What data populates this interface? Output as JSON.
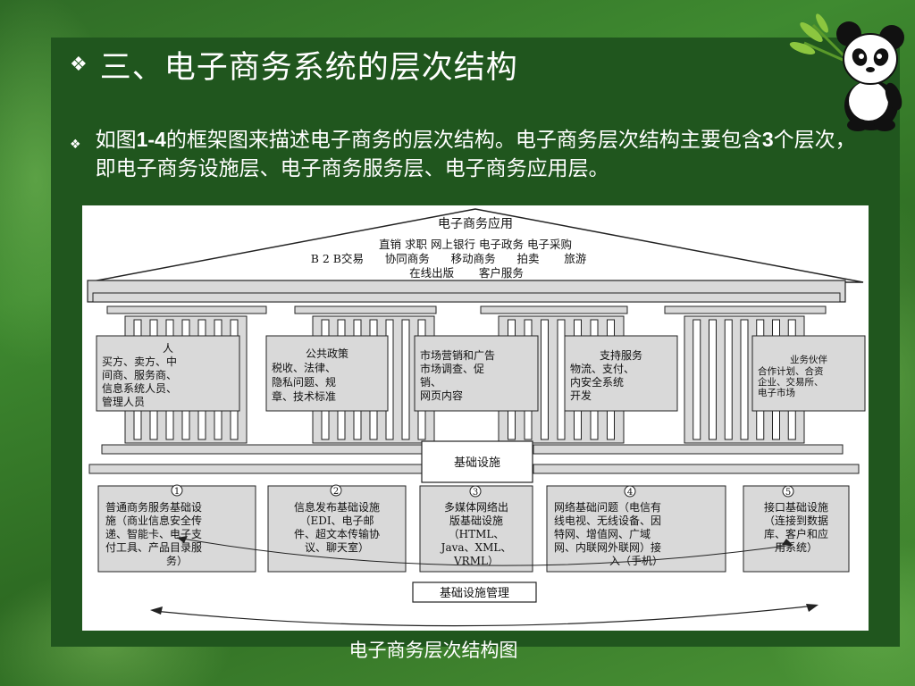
{
  "slide": {
    "title": "三、电子商务系统的层次结构",
    "title_bullet": "❖",
    "para_bullet": "❖",
    "para_segments": [
      "如图",
      "1-4",
      "的框架图来描述电子商务的层次结构。电子商务层次结构主要包含",
      "3",
      "个层次，即电子商务设施层、电子商务服务层、电子商务应用层。"
    ],
    "caption": "电子商务层次结构图"
  },
  "diagram": {
    "roof_title": "电子商务应用",
    "roof_lines": [
      "直销  求职  网上银行  电子政务  电子采购",
      "B 2 B交易      协同商务      移动商务      拍卖       旅游",
      "在线出版       客户服务"
    ],
    "pillars": [
      {
        "lines": [
          "人",
          "买方、卖方、中",
          "间商、服务商、",
          "信息系统人员、",
          "管理人员"
        ]
      },
      {
        "lines": [
          "公共政策",
          "税收、法律、",
          "隐私问题、规",
          "章、技术标准"
        ]
      },
      {
        "lines": [
          "市场营销和广告",
          "市场调查、促",
          "销、",
          "网页内容"
        ]
      },
      {
        "lines": [
          "支持服务",
          "物流、支付、",
          "内安全系统",
          "开发"
        ]
      },
      {
        "lines": [
          "业务伙伴",
          "合作计划、合资",
          "企业、交易所、",
          "电子市场"
        ]
      }
    ],
    "infra_label": "基础设施",
    "foundations": [
      {
        "num": "1",
        "lines": [
          "普通商务服务基础设",
          "施（商业信息安全传",
          "递、智能卡、电子支",
          "付工具、产品目录服",
          "务）"
        ]
      },
      {
        "num": "2",
        "lines": [
          "信息发布基础设施",
          "（EDI、电子邮",
          "件、超文本传输协",
          "议、聊天室）"
        ]
      },
      {
        "num": "3",
        "lines": [
          "多媒体网络出",
          "版基础设施",
          "（HTML、",
          "Java、XML、",
          "VRML）"
        ]
      },
      {
        "num": "4",
        "lines": [
          "网络基础问题（电信有",
          "线电视、无线设备、因",
          "特网、增值网、广域",
          "网、内联网外联网）接",
          "入（手机）"
        ]
      },
      {
        "num": "5",
        "lines": [
          "接口基础设施",
          "（连接到数据",
          "库、客户和应",
          "用系统）"
        ]
      }
    ],
    "mgmt_label": "基础设施管理"
  },
  "colors": {
    "panel": "#20561e",
    "box_fill": "#d9d9d9",
    "box_stroke": "#222222",
    "text": "#ffffff"
  }
}
